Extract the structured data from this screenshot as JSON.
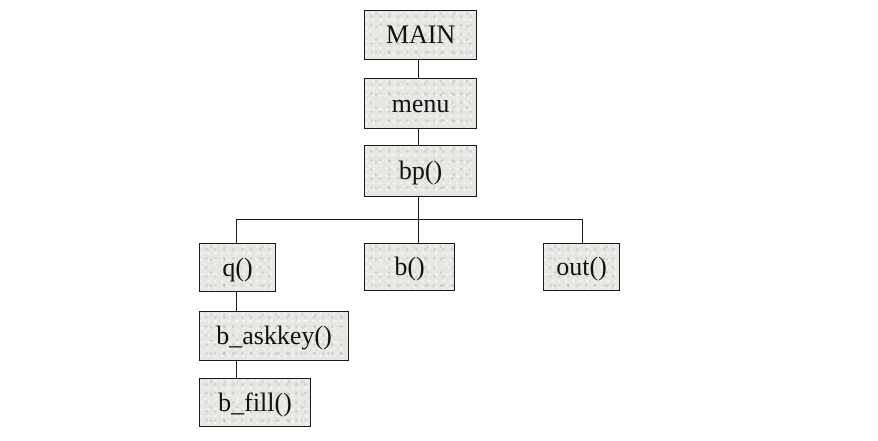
{
  "nodes": {
    "main": "MAIN",
    "menu": "menu",
    "bp": "bp()",
    "q": "q()",
    "b": "b()",
    "out": "out()",
    "askkey": "b_askkey()",
    "fill": "b_fill()"
  },
  "colors": {
    "node_fill": "#e6e6e3",
    "border": "#1a1a1a",
    "line": "#1a1a1a",
    "text": "#111111"
  }
}
